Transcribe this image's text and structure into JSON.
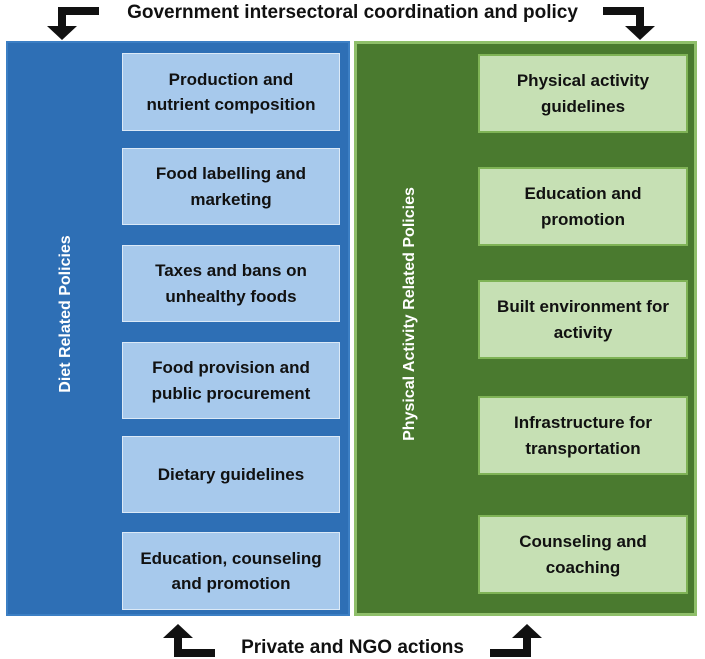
{
  "top_text": "Government intersectoral coordination and policy",
  "bottom_text": "Private and NGO actions",
  "diet_panel": {
    "title": "Diet Related Policies",
    "items": [
      "Production and\nnutrient composition",
      "Food labelling and\nmarketing",
      "Taxes and bans on\nunhealthy foods",
      "Food provision and\npublic procurement",
      "Dietary guidelines",
      "Education, counseling\nand promotion"
    ]
  },
  "pa_panel": {
    "title": "Physical Activity Related Policies",
    "items": [
      "Physical activity\nguidelines",
      "Education and\npromotion",
      "Built environment for\nactivity",
      "Infrastructure for\ntransportation",
      "Counseling and\ncoaching"
    ]
  },
  "colors": {
    "diet_panel": "#2e6fb5",
    "diet_box": "#a7c9ec",
    "pa_panel": "#4a7a2f",
    "pa_box": "#c6e0b4"
  }
}
